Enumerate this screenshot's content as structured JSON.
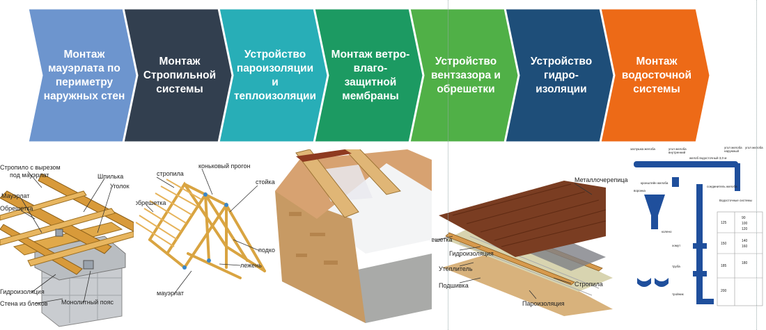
{
  "steps": [
    {
      "label": "Монтаж\nмауэрлата по\nпериметру\nнаружных стен",
      "color": "#6d95ce"
    },
    {
      "label": "Монтаж\nСтропильной\nсистемы",
      "color": "#323f4f"
    },
    {
      "label": "Устройство\nпароизоляции\nи\nтеплоизоляции",
      "color": "#28aeb7"
    },
    {
      "label": "Монтаж ветро-\nвлаго-\nзащитной\nмембраны",
      "color": "#1c9a62"
    },
    {
      "label": "Устройство\nвентзазора и\nобрешетки",
      "color": "#50b047"
    },
    {
      "label": "Устройство\nгидро-\nизоляции",
      "color": "#1e4e79"
    },
    {
      "label": "Монтаж\nводосточной\nсистемы",
      "color": "#ed6a17"
    }
  ],
  "illustrations": {
    "mauerlat": {
      "labels": [
        "Стропило с вырезом",
        "под мауэрлат",
        "Шпилька",
        "Уголок",
        "Мауэрлат",
        "Обрешетка",
        "Гидроизоляция",
        "Стена из блоков",
        "Монолитный пояс"
      ]
    },
    "rafters": {
      "labels": [
        "стропила",
        "коньковый прогон",
        "стойка",
        "обрешетка",
        "подкос",
        "лежень",
        "мауэрлат"
      ]
    },
    "insulation": {
      "labels": []
    },
    "membrane": {
      "labels": [
        "Металлочерепица",
        "Обрешетка",
        "Гидроизоляция",
        "Утеплитель",
        "Подшивка",
        "Стропила",
        "Пароизоляция"
      ]
    },
    "gutter": {
      "labels": [
        "заглушка желоба",
        "угол желоба",
        "внутренний",
        "угол желоба",
        "наружный",
        "угол желоба",
        "желоб водосточный 3,0 м",
        "соединитель желоба",
        "кронштейн желоба",
        "воронка",
        "колено",
        "хомут",
        "труба",
        "тройник",
        "Водосточные системы",
        "125",
        "150",
        "185",
        "200",
        "90",
        "100",
        "120",
        "140",
        "160",
        "180"
      ]
    }
  }
}
